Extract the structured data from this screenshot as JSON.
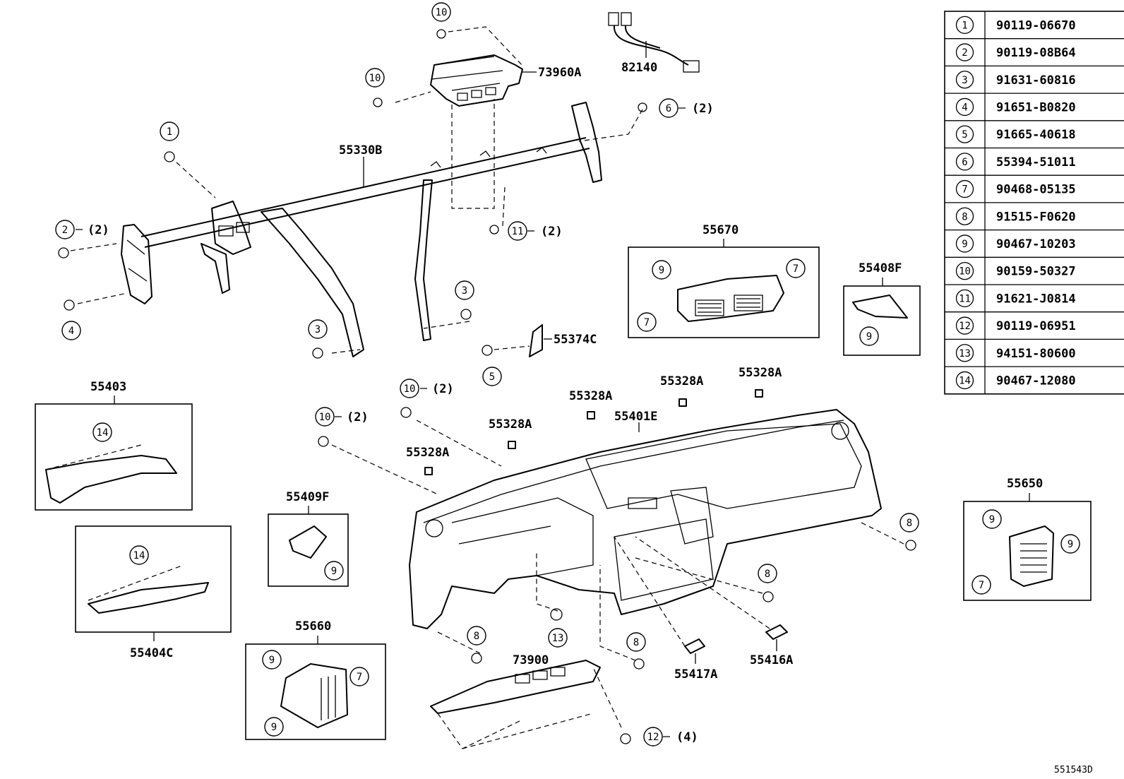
{
  "diagram": {
    "drawing_code": "551543D",
    "legend": [
      {
        "ref": "1",
        "part_no": "90119-06670"
      },
      {
        "ref": "2",
        "part_no": "90119-08B64"
      },
      {
        "ref": "3",
        "part_no": "91631-60816"
      },
      {
        "ref": "4",
        "part_no": "91651-B0820"
      },
      {
        "ref": "5",
        "part_no": "91665-40618"
      },
      {
        "ref": "6",
        "part_no": "55394-51011"
      },
      {
        "ref": "7",
        "part_no": "90468-05135"
      },
      {
        "ref": "8",
        "part_no": "91515-F0620"
      },
      {
        "ref": "9",
        "part_no": "90467-10203"
      },
      {
        "ref": "10",
        "part_no": "90159-50327"
      },
      {
        "ref": "11",
        "part_no": "91621-J0814"
      },
      {
        "ref": "12",
        "part_no": "90119-06951"
      },
      {
        "ref": "13",
        "part_no": "94151-80600"
      },
      {
        "ref": "14",
        "part_no": "90467-12080"
      }
    ],
    "part_labels": {
      "p73960A": "73960A",
      "p82140": "82140",
      "p55330B": "55330B",
      "p55670": "55670",
      "p55408F": "55408F",
      "p55374C": "55374C",
      "p55403": "55403",
      "p55328A_1": "55328A",
      "p55328A_2": "55328A",
      "p55328A_3": "55328A",
      "p55328A_4": "55328A",
      "p55328A_5": "55328A",
      "p55401E": "55401E",
      "p55409F": "55409F",
      "p55650": "55650",
      "p55404C": "55404C",
      "p55660": "55660",
      "p73900": "73900",
      "p55417A": "55417A",
      "p55416A": "55416A"
    },
    "quantities": {
      "q_6": "(2)",
      "q_2": "(2)",
      "q_11": "(2)",
      "q_10a": "(2)",
      "q_10b": "(2)",
      "q_12": "(4)"
    },
    "callouts": {
      "c10_top": "10",
      "c10_airbag": "10",
      "c6": "6",
      "c1": "1",
      "c2": "2",
      "c4": "4",
      "c11": "11",
      "c3_right": "3",
      "c3_left": "3",
      "c5": "5",
      "c9_55670": "9",
      "c7_55670a": "7",
      "c7_55670b": "7",
      "c9_55408F": "9",
      "c14_55403": "14",
      "c10_left": "10",
      "c10_mid": "10",
      "c9_55409F": "9",
      "c14_55404C": "14",
      "c8_right": "8",
      "c8_mid": "8",
      "c8_low1": "8",
      "c8_low2": "8",
      "c13": "13",
      "c9_55650a": "9",
      "c9_55650b": "9",
      "c7_55650": "7",
      "c9_55660a": "9",
      "c7_55660": "7",
      "c9_55660b": "9",
      "c12": "12"
    }
  }
}
